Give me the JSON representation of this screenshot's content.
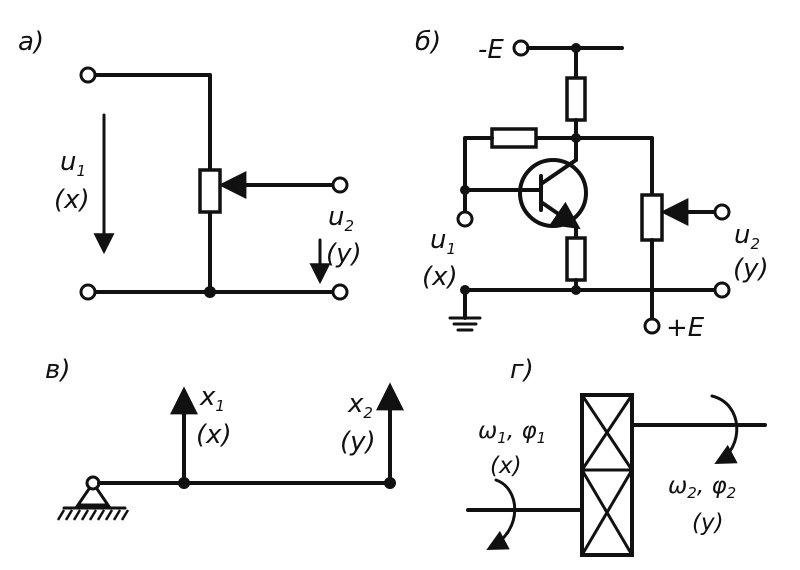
{
  "panels": {
    "a": {
      "tag": "а)",
      "input": {
        "name": "u",
        "index": "1",
        "var": "(x)"
      },
      "output": {
        "name": "u",
        "index": "2",
        "var": "(y)"
      }
    },
    "b": {
      "tag": "б)",
      "supply_neg": "-E",
      "supply_pos": "+E",
      "input": {
        "name": "u",
        "index": "1",
        "var": "(x)"
      },
      "output": {
        "name": "u",
        "index": "2",
        "var": "(y)"
      }
    },
    "c": {
      "tag": "в)",
      "input": {
        "name": "x",
        "index": "1",
        "var": "(x)"
      },
      "output": {
        "name": "x",
        "index": "2",
        "var": "(y)"
      }
    },
    "d": {
      "tag": "г)",
      "input": {
        "name": "ω",
        "index": "1",
        "sep": ", ",
        "name2": "φ",
        "index2": "1",
        "var": "(x)"
      },
      "output": {
        "name": "ω",
        "index": "2",
        "sep": ", ",
        "name2": "φ",
        "index2": "2",
        "var": "(y)"
      }
    }
  }
}
